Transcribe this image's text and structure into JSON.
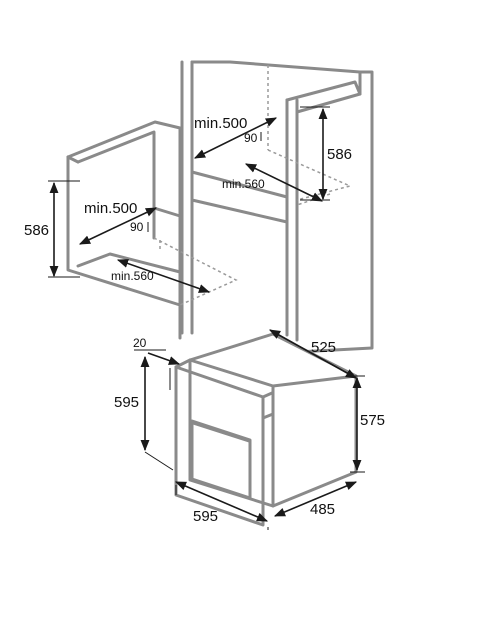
{
  "labels": {
    "left_min_depth": "min.500",
    "left_corner": "90",
    "left_height": "586",
    "left_min_width": "min.560",
    "right_min_depth": "min.500",
    "right_corner": "90",
    "right_height": "586",
    "right_min_width": "min.560",
    "oven_lip": "20",
    "oven_front_height": "595",
    "oven_body_height": "575",
    "oven_top_depth": "525",
    "oven_front_width": "595",
    "oven_body_depth": "485"
  },
  "colors": {
    "cabinet_stroke": "#8a8a8a",
    "dimension_stroke": "#1a1a1a"
  }
}
